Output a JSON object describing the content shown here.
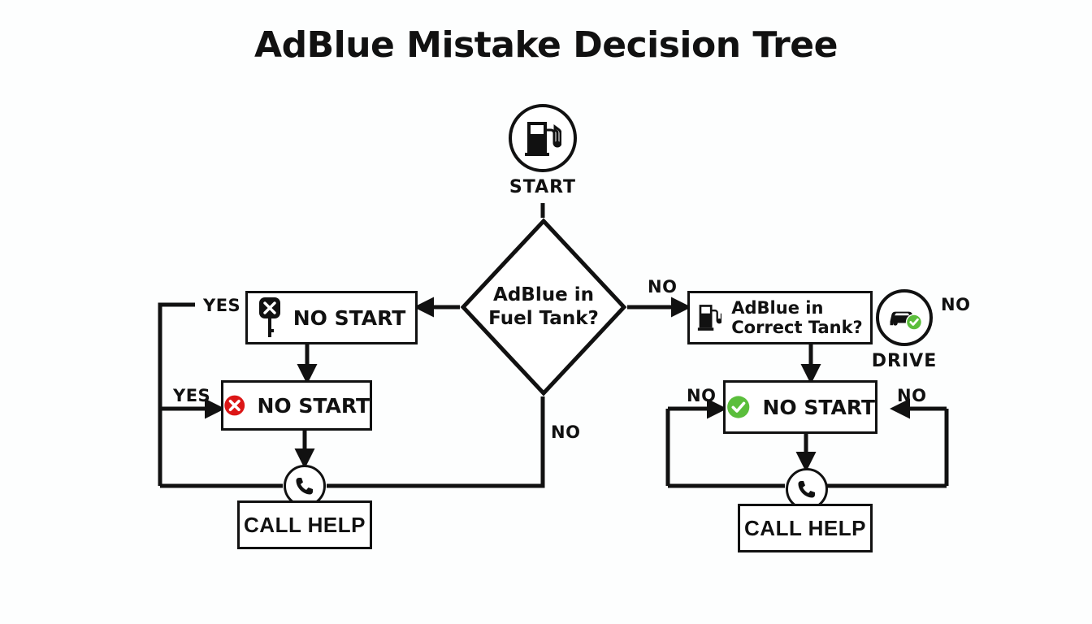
{
  "page": {
    "title": "AdBlue Mistake Decision Tree",
    "background_color": "#fdfefe",
    "ink_color": "#111111",
    "accent_red": "#dc1616",
    "accent_green": "#5bbe3c"
  },
  "nodes": {
    "start": {
      "caption": "START",
      "icon": "fuel-pump-icon"
    },
    "decision": {
      "line1": "AdBlue in",
      "line2": "Fuel Tank?"
    },
    "left_no_start_key": {
      "label": "NO START",
      "icon": "car-key-x-icon"
    },
    "left_no_start_red": {
      "label": "NO START",
      "icon": "red-x-circle-icon"
    },
    "left_call_help": {
      "label": "CALL HELP",
      "icon": "phone-icon"
    },
    "right_correct_tank": {
      "line1": "AdBlue in",
      "line2": "Correct Tank?",
      "icon": "fuel-pump-icon"
    },
    "drive": {
      "caption": "DRIVE",
      "icon": "car-check-icon"
    },
    "right_no_start_green": {
      "label": "NO START",
      "icon": "green-check-circle-icon"
    },
    "right_call_help": {
      "label": "CALL HELP",
      "icon": "phone-icon"
    }
  },
  "edge_labels": {
    "yes_top_left": "YES",
    "yes_mid_left": "YES",
    "no_below_decision": "NO",
    "no_right_of_decision": "NO",
    "no_right_of_drive": "NO",
    "no_left_of_green": "NO",
    "no_right_of_green": "NO"
  }
}
